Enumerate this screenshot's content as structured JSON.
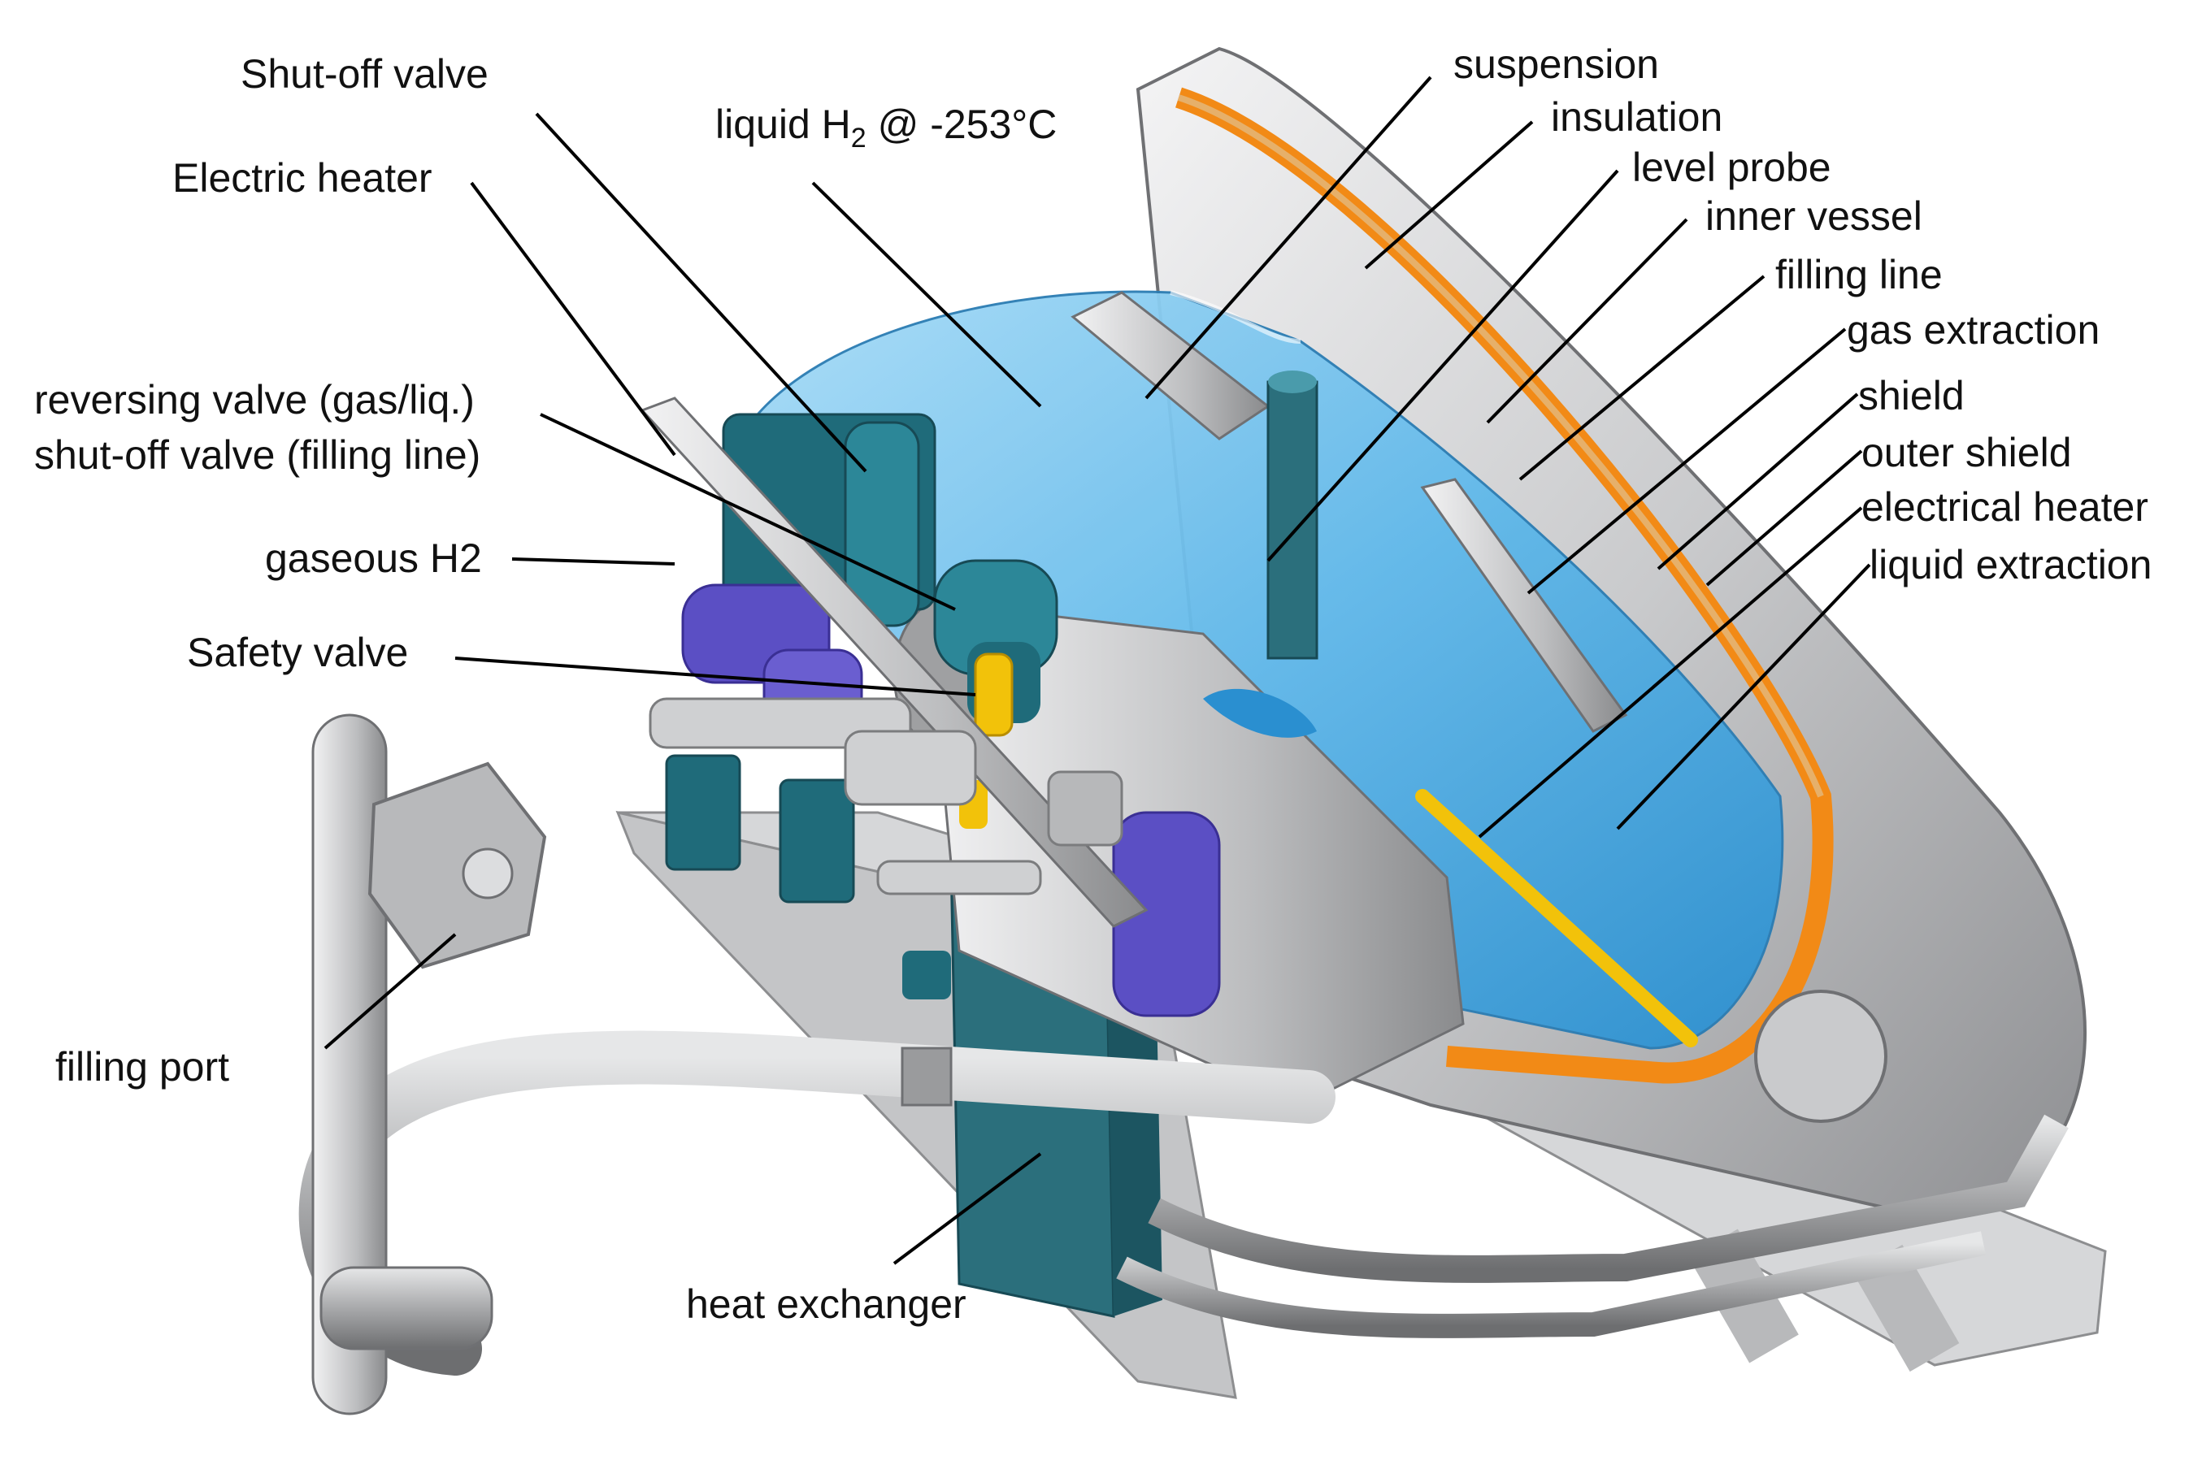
{
  "labels": {
    "shutoff_valve": "Shut-off valve",
    "electric_heater": "Electric heater",
    "liquid_h2_prefix": "liquid  H",
    "liquid_h2_sub": "2",
    "liquid_h2_suffix": " @ -253°C",
    "reversing_valve": "reversing valve (gas/liq.)",
    "shutoff_valve_filling": "shut-off valve (filling line)",
    "gaseous_h2": "gaseous H2",
    "safety_valve": "Safety valve",
    "filling_port": "filling port",
    "heat_exchanger": "heat exchanger",
    "suspension": "suspension",
    "insulation": "insulation",
    "level_probe": "level probe",
    "inner_vessel": "inner vessel",
    "filling_line": "filling line",
    "gas_extraction": "gas extraction",
    "shield": "shield",
    "outer_shield": "outer shield",
    "electrical_heater": "electrical heater",
    "liquid_extraction": "liquid extraction"
  },
  "colors": {
    "tank_shell": "#d9dadc",
    "liquid_blue": "#5fb8ea",
    "insulation_orange": "#f28a16",
    "valve_teal": "#1f6b7a",
    "valve_purple": "#5b4fc4",
    "safety_yellow": "#f2c20a",
    "pipe_grey": "#a8a9ab"
  }
}
